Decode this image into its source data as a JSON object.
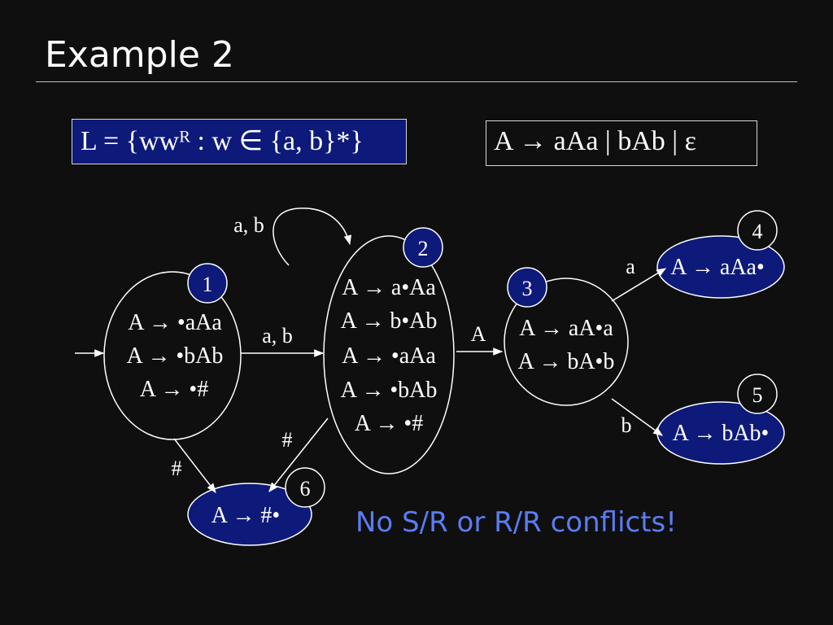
{
  "slide": {
    "title": "Example 2",
    "language_box": "L = {wwᴿ : w ∈ {a, b}*}",
    "grammar_box": "A → aAa | bAb | ε",
    "note": "No S/R or R/R conflicts!"
  },
  "colors": {
    "background": "#0f0f0f",
    "state_fill": "#0d1a7a",
    "note": "#5b7cf2"
  },
  "states": [
    {
      "id": "1",
      "items": [
        "A → •aAa",
        "A → •bAb",
        "A → •#"
      ]
    },
    {
      "id": "2",
      "items": [
        "A → a•Aa",
        "A → b•Ab",
        "A → •aAa",
        "A → •bAb",
        "A → •#"
      ]
    },
    {
      "id": "3",
      "items": [
        "A → aA•a",
        "A → bA•b"
      ]
    },
    {
      "id": "4",
      "items": [
        "A → aAa•"
      ]
    },
    {
      "id": "5",
      "items": [
        "A → bAb•"
      ]
    },
    {
      "id": "6",
      "items": [
        "A → #•"
      ]
    }
  ],
  "edges": [
    {
      "from": "start",
      "to": "1",
      "label": ""
    },
    {
      "from": "1",
      "to": "2",
      "label": "a, b"
    },
    {
      "from": "2",
      "to": "2",
      "label": "a, b"
    },
    {
      "from": "2",
      "to": "3",
      "label": "A"
    },
    {
      "from": "3",
      "to": "4",
      "label": "a"
    },
    {
      "from": "3",
      "to": "5",
      "label": "b"
    },
    {
      "from": "1",
      "to": "6",
      "label": "#"
    },
    {
      "from": "2",
      "to": "6",
      "label": "#"
    }
  ]
}
